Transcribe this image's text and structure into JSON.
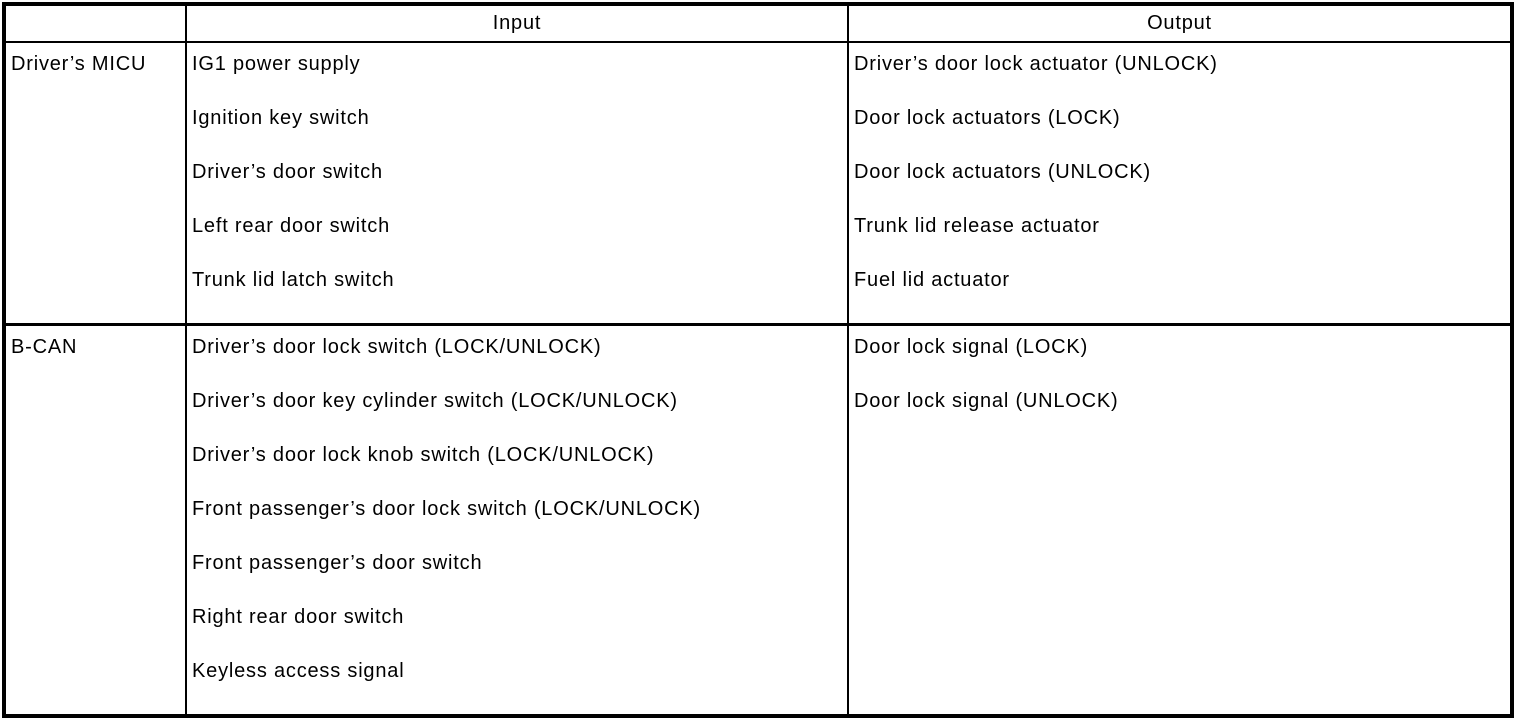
{
  "table": {
    "header": {
      "corner_label": "",
      "input_label": "Input",
      "output_label": "Output"
    },
    "rows": [
      {
        "source": "Driver’s MICU",
        "inputs": [
          "IG1 power supply",
          "Ignition key switch",
          "Driver’s door switch",
          "Left rear door switch",
          "Trunk lid latch switch"
        ],
        "outputs": [
          "Driver’s door lock actuator (UNLOCK)",
          "Door lock actuators (LOCK)",
          "Door lock actuators (UNLOCK)",
          "Trunk lid release actuator",
          "Fuel lid actuator"
        ]
      },
      {
        "source": "B-CAN",
        "inputs": [
          "Driver’s door lock switch (LOCK/UNLOCK)",
          "Driver’s door key cylinder switch (LOCK/UNLOCK)",
          "Driver’s door lock knob switch (LOCK/UNLOCK)",
          "Front passenger’s door lock switch (LOCK/UNLOCK)",
          "Front passenger’s door switch",
          "Right rear door switch",
          "Keyless access signal"
        ],
        "outputs": [
          "Door lock signal (LOCK)",
          "Door lock signal (UNLOCK)"
        ]
      }
    ],
    "colors": {
      "border": "#000000",
      "background": "#ffffff",
      "text": "#000000"
    }
  }
}
